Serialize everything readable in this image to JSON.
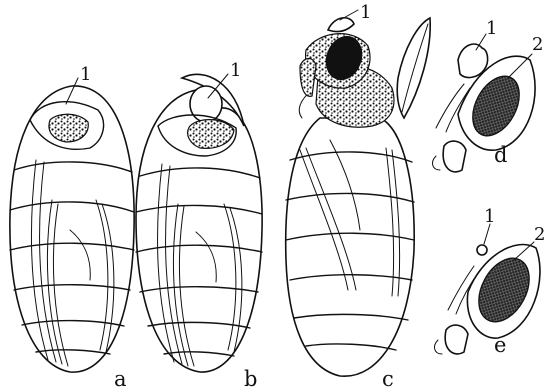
{
  "figure": {
    "panels": [
      {
        "id": "a",
        "label": "a",
        "callouts": [
          "1"
        ]
      },
      {
        "id": "b",
        "label": "b",
        "callouts": [
          "1"
        ]
      },
      {
        "id": "c",
        "label": "c",
        "callouts": [
          "1"
        ]
      },
      {
        "id": "d",
        "label": "d",
        "callouts": [
          "1",
          "2"
        ]
      },
      {
        "id": "e",
        "label": "e",
        "callouts": [
          "1",
          "2"
        ]
      }
    ]
  }
}
